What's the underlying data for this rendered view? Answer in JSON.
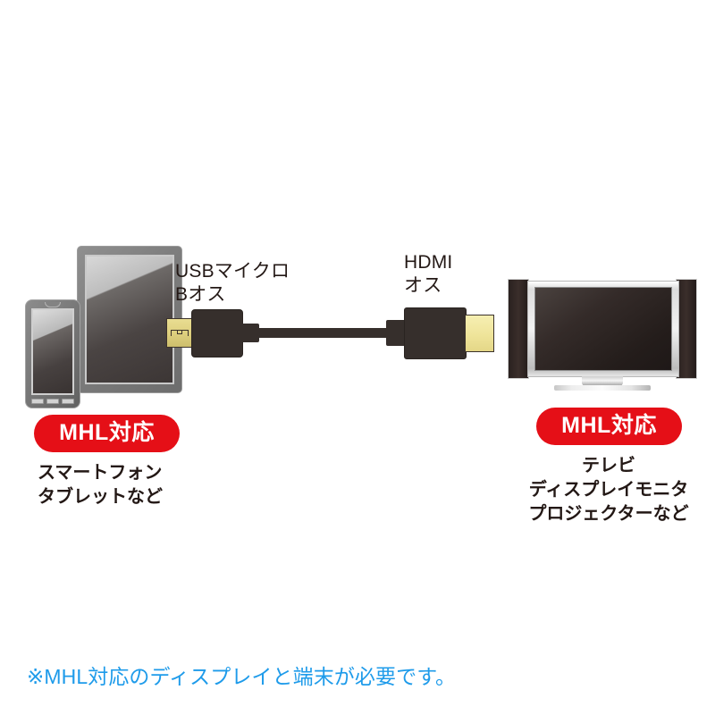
{
  "diagram": {
    "title_hidden": "",
    "colors": {
      "badge_red": "#e50f17",
      "footnote_blue": "#1e9bea",
      "text_dark": "#231815",
      "connector_black": "#362f2c",
      "gold": "#efe49a"
    },
    "left_device": {
      "icon_tablet": "tablet-icon",
      "icon_phone": "smartphone-icon",
      "badge": "MHL対応",
      "caption_lines": [
        "スマートフォン",
        "タブレットなど"
      ]
    },
    "cable": {
      "left_connector": {
        "icon": "usb-micro-b-connector-icon",
        "label_lines": [
          "USBマイクロ",
          "Bオス"
        ]
      },
      "right_connector": {
        "icon": "hdmi-connector-icon",
        "label_lines": [
          "HDMI",
          "オス"
        ]
      }
    },
    "right_device": {
      "icon_tv": "television-icon",
      "badge": "MHL対応",
      "caption_lines": [
        "テレビ",
        "ディスプレイモニタ",
        "プロジェクターなど"
      ]
    },
    "footnote": "※MHL対応のディスプレイと端末が必要です。"
  }
}
